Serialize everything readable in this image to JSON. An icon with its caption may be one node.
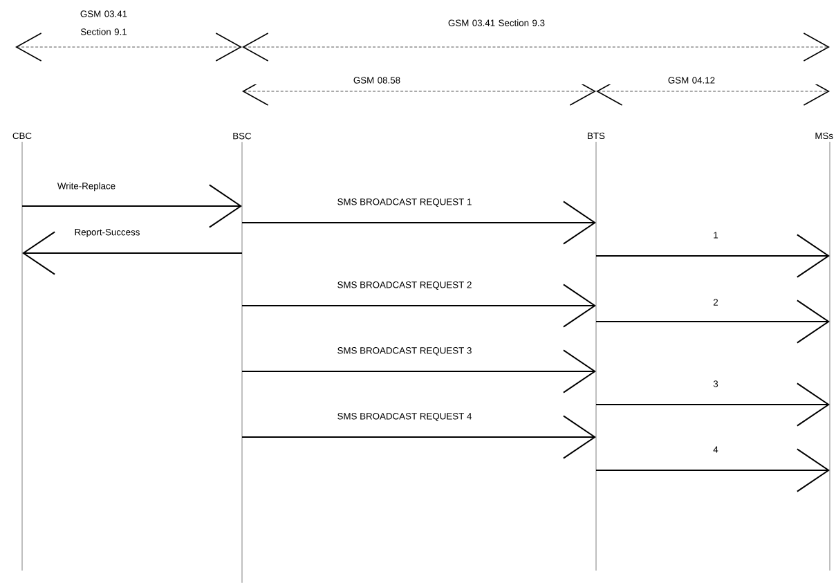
{
  "diagram": {
    "nodes": [
      {
        "text": [
          "CBC"
        ]
      },
      {
        "text": [
          "BSC"
        ]
      },
      {
        "text": [
          "BTS"
        ]
      },
      {
        "text": [
          "MSs"
        ]
      }
    ],
    "edges": [
      {
        "from": 0,
        "to": 1,
        "arrow": "to",
        "label": "Write-Replace"
      },
      {
        "from": 1,
        "to": 2,
        "arrow": "to",
        "label": "SMS BROADCAST REQUEST 1"
      },
      {
        "from": 1,
        "to": 0,
        "arrow": "to",
        "label": "Report-Success"
      },
      {
        "from": 2,
        "to": 3,
        "arrow": "to",
        "label": "1"
      },
      {
        "from": 1,
        "to": 2,
        "arrow": "to",
        "label": "SMS BROADCAST REQUEST 2"
      },
      {
        "from": 2,
        "to": 3,
        "arrow": "to",
        "label": "2"
      },
      {
        "from": 1,
        "to": 2,
        "arrow": "to",
        "label": "SMS BROADCAST REQUEST 3"
      },
      {
        "from": 2,
        "to": 3,
        "arrow": "to",
        "label": "3"
      },
      {
        "from": 1,
        "to": 2,
        "arrow": "to",
        "label": "SMS BROADCAST REQUEST 4"
      },
      {
        "from": 2,
        "to": 3,
        "arrow": "to",
        "label": "4"
      }
    ],
    "labels": [
      "GSM 03.41 Section 9.1",
      "GSM 03.41 Section 9.3",
      "GSM 08.58",
      "GSM 04.12"
    ]
  }
}
